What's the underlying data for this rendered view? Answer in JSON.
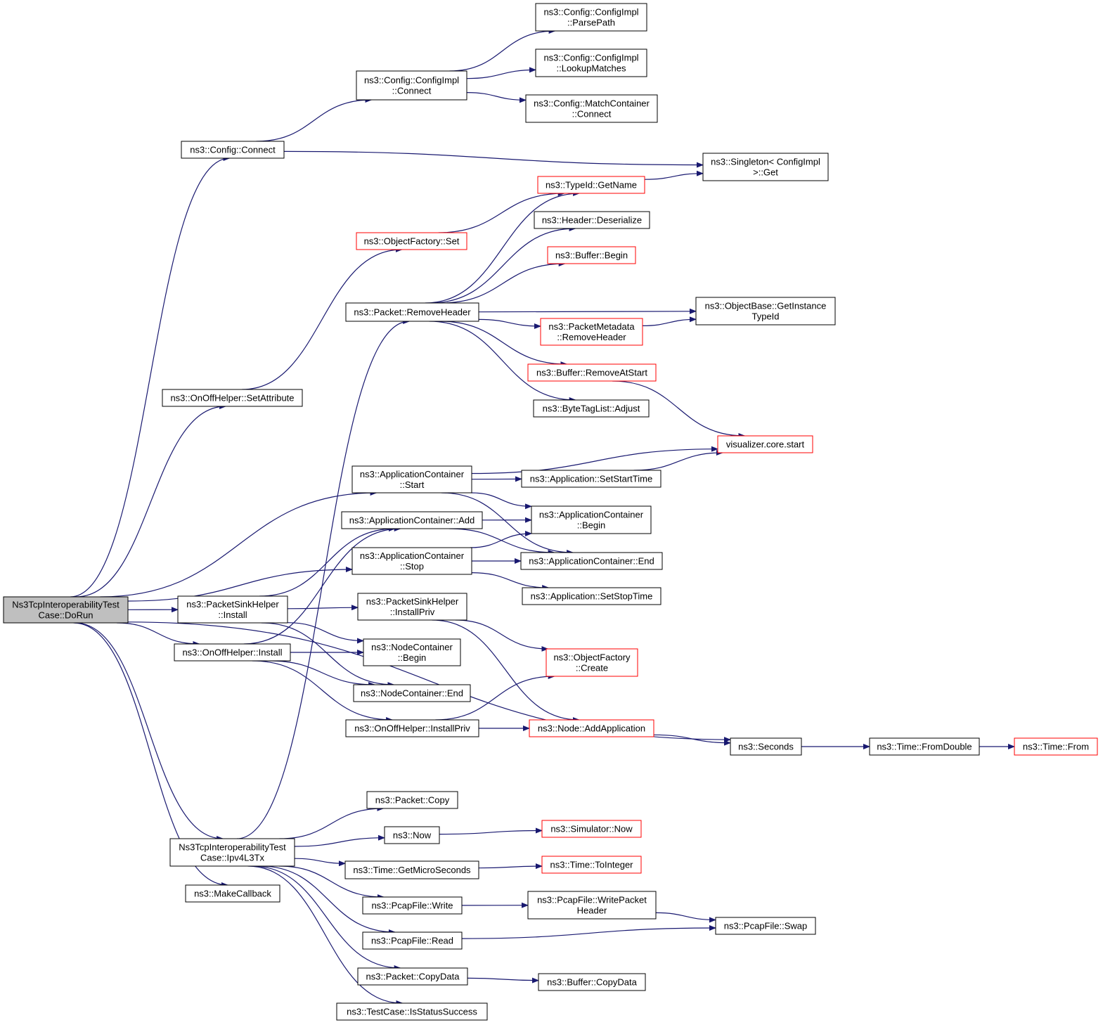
{
  "colors": {
    "edge": "#191970",
    "node_border": "#000000",
    "node_border_truncated": "#ff0000",
    "root_fill": "#bfbfbf",
    "node_fill": "#ffffff"
  },
  "nodes": [
    {
      "id": "root",
      "lines": [
        "Ns3TcpInteroperabilityTest",
        "Case::DoRun"
      ],
      "style": "root"
    },
    {
      "id": "config_connect",
      "lines": [
        "ns3::Config::Connect"
      ],
      "style": "normal"
    },
    {
      "id": "onoff_setattr",
      "lines": [
        "ns3::OnOffHelper::SetAttribute"
      ],
      "style": "normal"
    },
    {
      "id": "appcont_start",
      "lines": [
        "ns3::ApplicationContainer",
        "::Start"
      ],
      "style": "normal"
    },
    {
      "id": "appcont_add",
      "lines": [
        "ns3::ApplicationContainer::Add"
      ],
      "style": "normal"
    },
    {
      "id": "appcont_stop",
      "lines": [
        "ns3::ApplicationContainer",
        "::Stop"
      ],
      "style": "normal"
    },
    {
      "id": "sink_install",
      "lines": [
        "ns3::PacketSinkHelper",
        "::Install"
      ],
      "style": "normal"
    },
    {
      "id": "onoff_install",
      "lines": [
        "ns3::OnOffHelper::Install"
      ],
      "style": "normal"
    },
    {
      "id": "ipv4l3tx",
      "lines": [
        "Ns3TcpInteroperabilityTest",
        "Case::Ipv4L3Tx"
      ],
      "style": "normal"
    },
    {
      "id": "makecallback",
      "lines": [
        "ns3::MakeCallback"
      ],
      "style": "normal"
    },
    {
      "id": "configimpl_connect",
      "lines": [
        "ns3::Config::ConfigImpl",
        "::Connect"
      ],
      "style": "normal"
    },
    {
      "id": "objfactory_set",
      "lines": [
        "ns3::ObjectFactory::Set"
      ],
      "style": "truncated"
    },
    {
      "id": "packet_removeheader",
      "lines": [
        "ns3::Packet::RemoveHeader"
      ],
      "style": "normal"
    },
    {
      "id": "sink_installpriv",
      "lines": [
        "ns3::PacketSinkHelper",
        "::InstallPriv"
      ],
      "style": "normal"
    },
    {
      "id": "nodecont_begin",
      "lines": [
        "ns3::NodeContainer",
        "::Begin"
      ],
      "style": "normal"
    },
    {
      "id": "nodecont_end",
      "lines": [
        "ns3::NodeContainer::End"
      ],
      "style": "normal"
    },
    {
      "id": "onoff_installpriv",
      "lines": [
        "ns3::OnOffHelper::InstallPriv"
      ],
      "style": "normal"
    },
    {
      "id": "packet_copy",
      "lines": [
        "ns3::Packet::Copy"
      ],
      "style": "normal"
    },
    {
      "id": "ns3_now",
      "lines": [
        "ns3::Now"
      ],
      "style": "normal"
    },
    {
      "id": "time_getmicro",
      "lines": [
        "ns3::Time::GetMicroSeconds"
      ],
      "style": "normal"
    },
    {
      "id": "pcap_write",
      "lines": [
        "ns3::PcapFile::Write"
      ],
      "style": "normal"
    },
    {
      "id": "pcap_read",
      "lines": [
        "ns3::PcapFile::Read"
      ],
      "style": "normal"
    },
    {
      "id": "packet_copydata",
      "lines": [
        "ns3::Packet::CopyData"
      ],
      "style": "normal"
    },
    {
      "id": "testcase_isstatus",
      "lines": [
        "ns3::TestCase::IsStatusSuccess"
      ],
      "style": "normal"
    },
    {
      "id": "configimpl_parsepath",
      "lines": [
        "ns3::Config::ConfigImpl",
        "::ParsePath"
      ],
      "style": "normal"
    },
    {
      "id": "configimpl_lookup",
      "lines": [
        "ns3::Config::ConfigImpl",
        "::LookupMatches"
      ],
      "style": "normal"
    },
    {
      "id": "matchcont_connect",
      "lines": [
        "ns3::Config::MatchContainer",
        "::Connect"
      ],
      "style": "normal"
    },
    {
      "id": "typeid_getname",
      "lines": [
        "ns3::TypeId::GetName"
      ],
      "style": "truncated"
    },
    {
      "id": "header_deserialize",
      "lines": [
        "ns3::Header::Deserialize"
      ],
      "style": "normal"
    },
    {
      "id": "buffer_begin",
      "lines": [
        "ns3::Buffer::Begin"
      ],
      "style": "truncated"
    },
    {
      "id": "pktmeta_removeheader",
      "lines": [
        "ns3::PacketMetadata",
        "::RemoveHeader"
      ],
      "style": "truncated"
    },
    {
      "id": "buffer_removeatstart",
      "lines": [
        "ns3::Buffer::RemoveAtStart"
      ],
      "style": "truncated"
    },
    {
      "id": "bytetaglist_adjust",
      "lines": [
        "ns3::ByteTagList::Adjust"
      ],
      "style": "normal"
    },
    {
      "id": "app_setstarttime",
      "lines": [
        "ns3::Application::SetStartTime"
      ],
      "style": "normal"
    },
    {
      "id": "appcont_begin",
      "lines": [
        "ns3::ApplicationContainer",
        "::Begin"
      ],
      "style": "normal"
    },
    {
      "id": "appcont_end",
      "lines": [
        "ns3::ApplicationContainer::End"
      ],
      "style": "normal"
    },
    {
      "id": "app_setstoptime",
      "lines": [
        "ns3::Application::SetStopTime"
      ],
      "style": "normal"
    },
    {
      "id": "objfactory_create",
      "lines": [
        "ns3::ObjectFactory",
        "::Create"
      ],
      "style": "truncated"
    },
    {
      "id": "node_addapp",
      "lines": [
        "ns3::Node::AddApplication"
      ],
      "style": "truncated"
    },
    {
      "id": "simulator_now",
      "lines": [
        "ns3::Simulator::Now"
      ],
      "style": "truncated"
    },
    {
      "id": "time_tointeger",
      "lines": [
        "ns3::Time::ToInteger"
      ],
      "style": "truncated"
    },
    {
      "id": "pcap_writepkthdr",
      "lines": [
        "ns3::PcapFile::WritePacket",
        "Header"
      ],
      "style": "normal"
    },
    {
      "id": "buffer_copydata",
      "lines": [
        "ns3::Buffer::CopyData"
      ],
      "style": "normal"
    },
    {
      "id": "singleton_get",
      "lines": [
        "ns3::Singleton< ConfigImpl",
        " >::Get"
      ],
      "style": "normal"
    },
    {
      "id": "objbase_getinstance",
      "lines": [
        "ns3::ObjectBase::GetInstance",
        "TypeId"
      ],
      "style": "normal"
    },
    {
      "id": "visualizer_start",
      "lines": [
        "visualizer.core.start"
      ],
      "style": "truncated"
    },
    {
      "id": "ns3_seconds",
      "lines": [
        "ns3::Seconds"
      ],
      "style": "normal"
    },
    {
      "id": "pcap_swap",
      "lines": [
        "ns3::PcapFile::Swap"
      ],
      "style": "normal"
    },
    {
      "id": "time_fromdouble",
      "lines": [
        "ns3::Time::FromDouble"
      ],
      "style": "normal"
    },
    {
      "id": "time_from",
      "lines": [
        "ns3::Time::From"
      ],
      "style": "truncated"
    }
  ],
  "edges": [
    [
      "root",
      "config_connect"
    ],
    [
      "root",
      "onoff_setattr"
    ],
    [
      "root",
      "appcont_start"
    ],
    [
      "root",
      "appcont_stop"
    ],
    [
      "root",
      "sink_install"
    ],
    [
      "root",
      "onoff_install"
    ],
    [
      "root",
      "ns3_seconds"
    ],
    [
      "root",
      "ipv4l3tx"
    ],
    [
      "root",
      "makecallback"
    ],
    [
      "config_connect",
      "configimpl_connect"
    ],
    [
      "config_connect",
      "singleton_get"
    ],
    [
      "configimpl_connect",
      "configimpl_parsepath"
    ],
    [
      "configimpl_connect",
      "configimpl_lookup"
    ],
    [
      "configimpl_connect",
      "matchcont_connect"
    ],
    [
      "onoff_setattr",
      "objfactory_set"
    ],
    [
      "objfactory_set",
      "typeid_getname"
    ],
    [
      "typeid_getname",
      "singleton_get"
    ],
    [
      "packet_removeheader",
      "typeid_getname"
    ],
    [
      "packet_removeheader",
      "header_deserialize"
    ],
    [
      "packet_removeheader",
      "buffer_begin"
    ],
    [
      "packet_removeheader",
      "objbase_getinstance"
    ],
    [
      "packet_removeheader",
      "pktmeta_removeheader"
    ],
    [
      "packet_removeheader",
      "buffer_removeatstart"
    ],
    [
      "packet_removeheader",
      "bytetaglist_adjust"
    ],
    [
      "pktmeta_removeheader",
      "objbase_getinstance"
    ],
    [
      "buffer_removeatstart",
      "visualizer_start"
    ],
    [
      "appcont_start",
      "visualizer_start"
    ],
    [
      "appcont_start",
      "app_setstarttime"
    ],
    [
      "appcont_start",
      "appcont_begin"
    ],
    [
      "appcont_start",
      "appcont_end"
    ],
    [
      "app_setstarttime",
      "visualizer_start"
    ],
    [
      "appcont_add",
      "appcont_begin"
    ],
    [
      "appcont_add",
      "appcont_end"
    ],
    [
      "appcont_stop",
      "appcont_begin"
    ],
    [
      "appcont_stop",
      "appcont_end"
    ],
    [
      "appcont_stop",
      "app_setstoptime"
    ],
    [
      "sink_install",
      "appcont_add"
    ],
    [
      "sink_install",
      "sink_installpriv"
    ],
    [
      "sink_install",
      "nodecont_begin"
    ],
    [
      "sink_install",
      "nodecont_end"
    ],
    [
      "onoff_install",
      "appcont_add"
    ],
    [
      "onoff_install",
      "nodecont_begin"
    ],
    [
      "onoff_install",
      "nodecont_end"
    ],
    [
      "onoff_install",
      "onoff_installpriv"
    ],
    [
      "sink_installpriv",
      "objfactory_create"
    ],
    [
      "sink_installpriv",
      "node_addapp"
    ],
    [
      "onoff_installpriv",
      "objfactory_create"
    ],
    [
      "onoff_installpriv",
      "node_addapp"
    ],
    [
      "node_addapp",
      "ns3_seconds"
    ],
    [
      "ns3_seconds",
      "time_fromdouble"
    ],
    [
      "time_fromdouble",
      "time_from"
    ],
    [
      "ipv4l3tx",
      "packet_removeheader"
    ],
    [
      "ipv4l3tx",
      "packet_copy"
    ],
    [
      "ipv4l3tx",
      "ns3_now"
    ],
    [
      "ipv4l3tx",
      "time_getmicro"
    ],
    [
      "ipv4l3tx",
      "pcap_write"
    ],
    [
      "ipv4l3tx",
      "pcap_read"
    ],
    [
      "ipv4l3tx",
      "packet_copydata"
    ],
    [
      "ipv4l3tx",
      "testcase_isstatus"
    ],
    [
      "ns3_now",
      "simulator_now"
    ],
    [
      "time_getmicro",
      "time_tointeger"
    ],
    [
      "pcap_write",
      "pcap_writepkthdr"
    ],
    [
      "pcap_writepkthdr",
      "pcap_swap"
    ],
    [
      "pcap_read",
      "pcap_swap"
    ],
    [
      "packet_copydata",
      "buffer_copydata"
    ]
  ]
}
